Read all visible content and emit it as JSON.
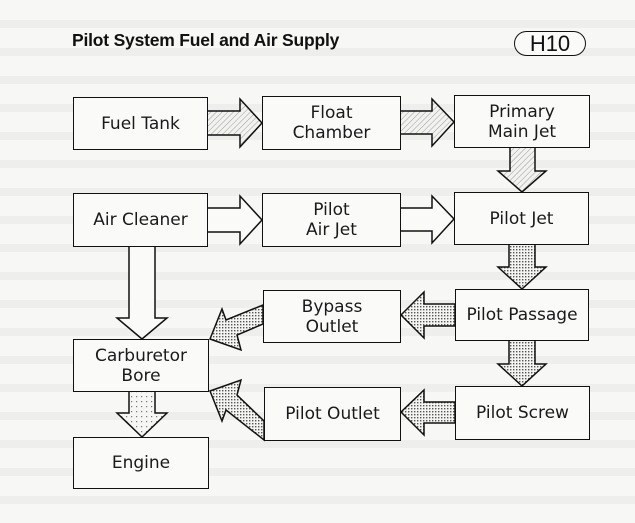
{
  "header": {
    "title": "Pilot System Fuel and Air Supply",
    "badge": "H10"
  },
  "nodes": {
    "fuel_tank": "Fuel Tank",
    "float_chamber": "Float\nChamber",
    "primary_main_jet": "Primary\nMain Jet",
    "air_cleaner": "Air Cleaner",
    "pilot_air_jet": "Pilot\nAir Jet",
    "pilot_jet": "Pilot Jet",
    "pilot_passage": "Pilot Passage",
    "bypass_outlet": "Bypass\nOutlet",
    "pilot_screw": "Pilot Screw",
    "pilot_outlet": "Pilot Outlet",
    "carburetor_bore": "Carburetor\nBore",
    "engine": "Engine"
  },
  "edges": [
    {
      "from": "fuel_tank",
      "to": "float_chamber",
      "style": "hatched"
    },
    {
      "from": "float_chamber",
      "to": "primary_main_jet",
      "style": "hatched"
    },
    {
      "from": "primary_main_jet",
      "to": "pilot_jet",
      "style": "hatched"
    },
    {
      "from": "air_cleaner",
      "to": "pilot_air_jet",
      "style": "outline"
    },
    {
      "from": "pilot_air_jet",
      "to": "pilot_jet",
      "style": "outline"
    },
    {
      "from": "air_cleaner",
      "to": "carburetor_bore",
      "style": "outline"
    },
    {
      "from": "pilot_jet",
      "to": "pilot_passage",
      "style": "dotted"
    },
    {
      "from": "pilot_passage",
      "to": "bypass_outlet",
      "style": "dotted"
    },
    {
      "from": "pilot_passage",
      "to": "pilot_screw",
      "style": "dotted"
    },
    {
      "from": "pilot_screw",
      "to": "pilot_outlet",
      "style": "dotted"
    },
    {
      "from": "bypass_outlet",
      "to": "carburetor_bore",
      "style": "dotted"
    },
    {
      "from": "pilot_outlet",
      "to": "carburetor_bore",
      "style": "dotted"
    },
    {
      "from": "carburetor_bore",
      "to": "engine",
      "style": "sparse-dotted"
    }
  ]
}
